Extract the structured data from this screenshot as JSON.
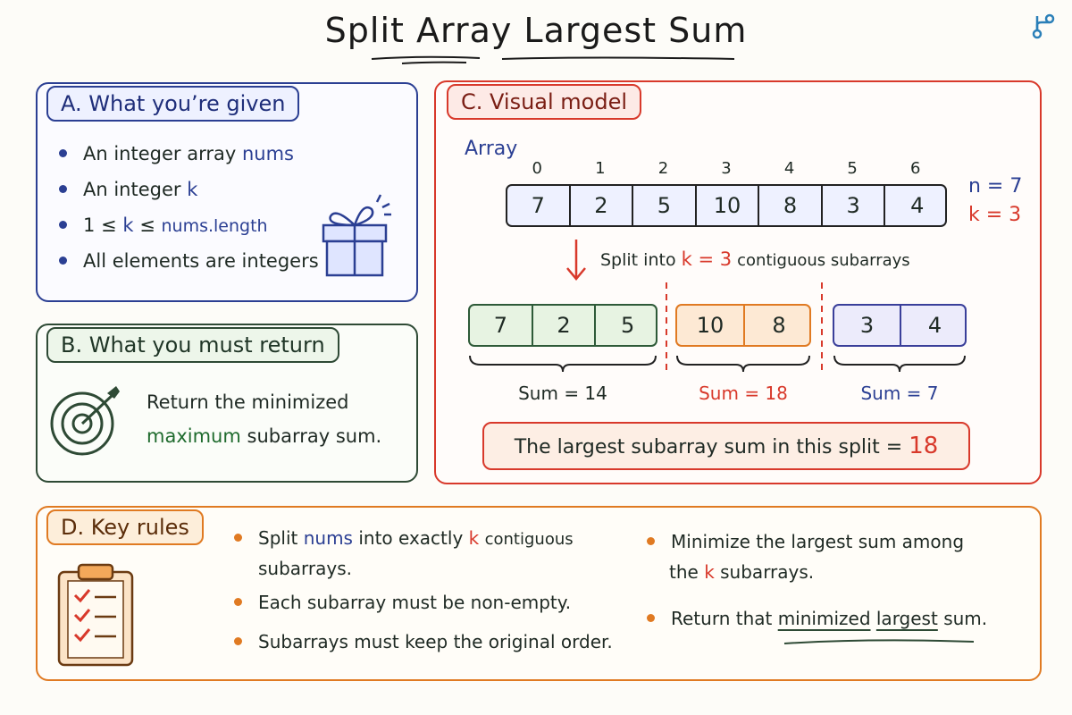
{
  "title": "Split Array Largest Sum",
  "panel_a": {
    "tab": "A. What you’re given",
    "b1_pre": "An integer array",
    "b1_code": "nums",
    "b2_pre": "An integer",
    "b2_code": "k",
    "b3_pre": "1 ≤",
    "b3_k": "k",
    "b3_mid": "≤",
    "b3_code": "nums.length",
    "b4": "All elements are integers"
  },
  "panel_b": {
    "tab": "B. What you must return",
    "line1": "Return the minimized",
    "line2_hl": "maximum",
    "line2_rest": "subarray sum."
  },
  "panel_c": {
    "tab": "C. Visual model",
    "array_label": "Array",
    "indices": [
      "0",
      "1",
      "2",
      "3",
      "4",
      "5",
      "6"
    ],
    "values": [
      "7",
      "2",
      "5",
      "10",
      "8",
      "3",
      "4"
    ],
    "n_label": "n = 7",
    "k_label": "k = 3",
    "split_pre": "Split into",
    "split_k": "k = 3",
    "split_post": "contiguous subarrays",
    "groups": [
      {
        "values": [
          "7",
          "2",
          "5"
        ],
        "sum": "Sum = 14",
        "border": "#2e5a38",
        "fill": "#e7f3e2",
        "sum_color": "#1f2a24"
      },
      {
        "values": [
          "10",
          "8"
        ],
        "sum": "Sum = 18",
        "border": "#e07a22",
        "fill": "#fde9d4",
        "sum_color": "#d8392b"
      },
      {
        "values": [
          "3",
          "4"
        ],
        "sum": "Sum = 7",
        "border": "#3a3f9a",
        "fill": "#ecebfb",
        "sum_color": "#2b3f93"
      }
    ],
    "result_text": "The largest subarray sum in this split =",
    "result_value": "18"
  },
  "panel_d": {
    "tab": "D. Key rules",
    "r1_pre": "Split",
    "r1_nums": "nums",
    "r1_mid": "into exactly",
    "r1_k": "k",
    "r1_post": "contiguous",
    "r1_line2": "subarrays.",
    "r2": "Each subarray must be non-empty.",
    "r3": "Subarrays must keep the original order.",
    "r4_line1": "Minimize the largest sum among",
    "r4_pre": "the",
    "r4_k": "k",
    "r4_post": "subarrays.",
    "r5_pre": "Return that",
    "r5_u1": "minimized",
    "r5_u2": "largest",
    "r5_post": "sum."
  },
  "icons": [
    "branch-icon",
    "gift-icon",
    "target-icon",
    "clipboard-checklist-icon",
    "down-arrow-icon"
  ]
}
